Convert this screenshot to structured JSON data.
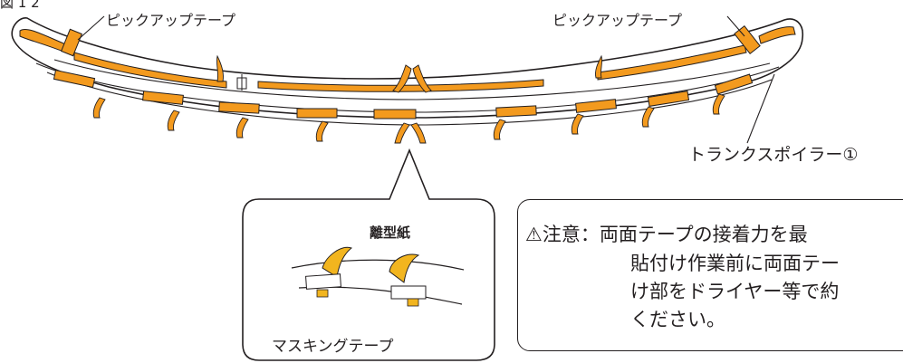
{
  "figure_label": "図 1 2",
  "labels": {
    "pickup_tape_left": "ピックアップテープ",
    "pickup_tape_right": "ピックアップテープ",
    "part_name": "トランクスポイラー①",
    "release_paper": "離型紙",
    "masking_tape": "マスキングテープ"
  },
  "caution": {
    "line1": "⚠注意：両面テープの接着力を最",
    "line2": "貼付け作業前に両面テー",
    "line3": "け部をドライヤー等で約",
    "line4": "ください。"
  },
  "colors": {
    "tape_orange": "#f39a1e",
    "tape_yellow": "#f2b51f",
    "line": "#231f20",
    "background": "#ffffff"
  }
}
